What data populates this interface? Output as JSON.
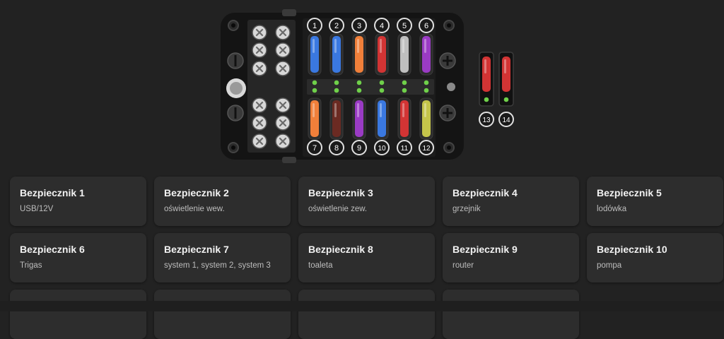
{
  "fusebox": {
    "fuses": [
      {
        "number": "1",
        "color": "#3a78e0"
      },
      {
        "number": "2",
        "color": "#3a78e0"
      },
      {
        "number": "3",
        "color": "#f07f3a"
      },
      {
        "number": "4",
        "color": "#d23434"
      },
      {
        "number": "5",
        "color": "#bfbfbf"
      },
      {
        "number": "6",
        "color": "#9a3bc4"
      },
      {
        "number": "7",
        "color": "#f07f3a"
      },
      {
        "number": "8",
        "color": "#6b2a22"
      },
      {
        "number": "9",
        "color": "#9a3bc4"
      },
      {
        "number": "10",
        "color": "#3a78e0"
      },
      {
        "number": "11",
        "color": "#d23434"
      },
      {
        "number": "12",
        "color": "#c4c44a"
      },
      {
        "number": "13",
        "color": "#d23434"
      },
      {
        "number": "14",
        "color": "#d23434"
      }
    ],
    "led_color": "#6fd04a"
  },
  "cards": [
    {
      "title": "Bezpiecznik 1",
      "subtitle": "USB/12V"
    },
    {
      "title": "Bezpiecznik 2",
      "subtitle": "oświetlenie wew."
    },
    {
      "title": "Bezpiecznik 3",
      "subtitle": "oświetlenie zew."
    },
    {
      "title": "Bezpiecznik 4",
      "subtitle": "grzejnik"
    },
    {
      "title": "Bezpiecznik 5",
      "subtitle": "lodówka"
    },
    {
      "title": "Bezpiecznik 6",
      "subtitle": "Trigas"
    },
    {
      "title": "Bezpiecznik 7",
      "subtitle": "system 1, system 2, system 3"
    },
    {
      "title": "Bezpiecznik 8",
      "subtitle": "toaleta"
    },
    {
      "title": "Bezpiecznik 9",
      "subtitle": "router"
    },
    {
      "title": "Bezpiecznik 10",
      "subtitle": "pompa"
    },
    {
      "title": "Bezpiecznik 11",
      "subtitle": ""
    },
    {
      "title": "Bezpiecznik 12",
      "subtitle": ""
    },
    {
      "title": "Bezpiecznik 13",
      "subtitle": ""
    },
    {
      "title": "Bezpiecznik 14",
      "subtitle": ""
    }
  ]
}
